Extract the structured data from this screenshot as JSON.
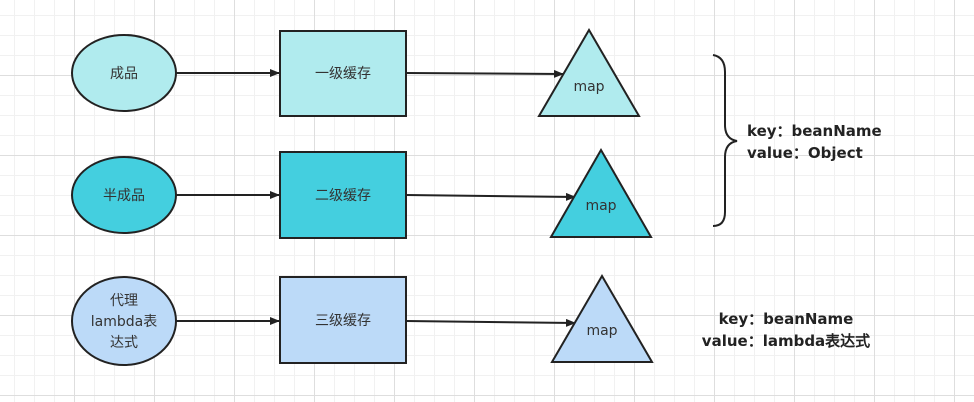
{
  "rows": [
    {
      "source": [
        "成品"
      ],
      "cache": "一级缓存",
      "target": "map",
      "color": "#b0ebee"
    },
    {
      "source": [
        "半成品"
      ],
      "cache": "二级缓存",
      "target": "map",
      "color": "#44cfdf"
    },
    {
      "source": [
        "代理",
        "lambda表",
        "达式"
      ],
      "cache": "三级缓存",
      "target": "map",
      "color": "#bcdaf8"
    }
  ],
  "annotations": {
    "group12": {
      "line1": "key：beanName",
      "line2": "value：Object"
    },
    "row3": {
      "line1": "key：beanName",
      "line2": "value：lambda表达式"
    }
  },
  "colors": {
    "stroke": "#222222",
    "arrow": "#222222",
    "text": "#333333"
  }
}
